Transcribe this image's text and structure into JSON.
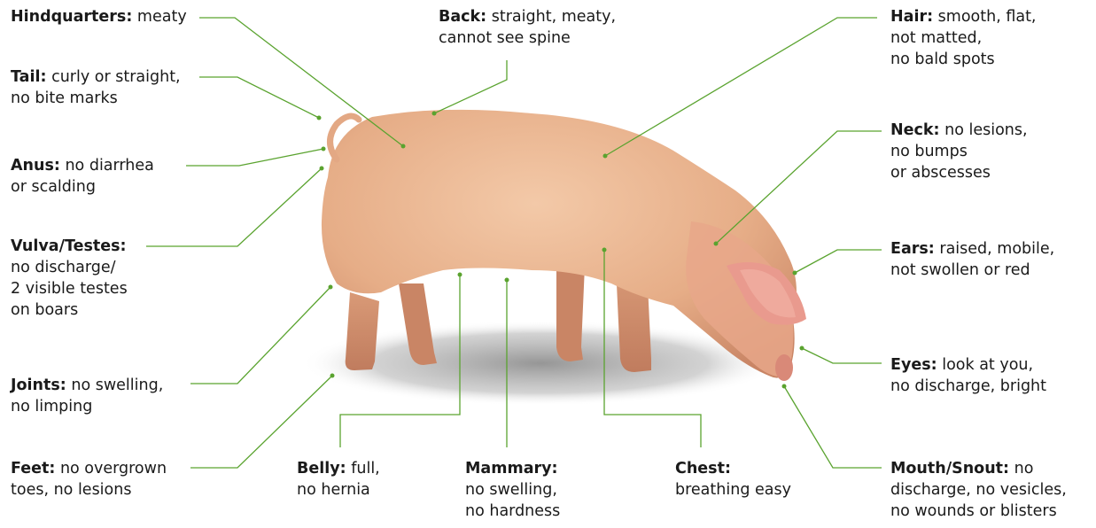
{
  "labels": [
    {
      "id": "hindquarters",
      "title": "Hindquarters:",
      "desc": "meaty"
    },
    {
      "id": "back",
      "title": "Back:",
      "desc": "straight, meaty,\ncannot see spine"
    },
    {
      "id": "hair",
      "title": "Hair:",
      "desc": "smooth, flat,\nnot matted,\nno bald spots"
    },
    {
      "id": "tail",
      "title": "Tail:",
      "desc": "curly or straight,\nno bite marks"
    },
    {
      "id": "neck",
      "title": "Neck:",
      "desc": "no lesions,\nno bumps\nor abscesses"
    },
    {
      "id": "anus",
      "title": "Anus:",
      "desc": "no diarrhea\nor scalding"
    },
    {
      "id": "ears",
      "title": "Ears:",
      "desc": "raised, mobile,\nnot swollen or red"
    },
    {
      "id": "vulva",
      "title": "Vulva/Testes:",
      "desc": "\nno discharge/\n2 visible testes\non boars"
    },
    {
      "id": "eyes",
      "title": "Eyes:",
      "desc": "look at you,\nno discharge, bright"
    },
    {
      "id": "joints",
      "title": "Joints:",
      "desc": "no swelling,\nno limping"
    },
    {
      "id": "feet",
      "title": "Feet:",
      "desc": "no overgrown\ntoes, no lesions"
    },
    {
      "id": "belly",
      "title": "Belly:",
      "desc": "full,\nno hernia"
    },
    {
      "id": "mammary",
      "title": "Mammary:",
      "desc": "\nno swelling,\nno hardness"
    },
    {
      "id": "chest",
      "title": "Chest:",
      "desc": "\nbreathing easy"
    },
    {
      "id": "mouth",
      "title": "Mouth/Snout:",
      "desc": "no\ndischarge, no vesicles,\nno wounds or blisters"
    }
  ],
  "colors": {
    "leader_line": "#5aa32f",
    "pig_body": "#e9b48f",
    "pig_shade": "#c98565",
    "shadow": "#9a9a9a"
  }
}
